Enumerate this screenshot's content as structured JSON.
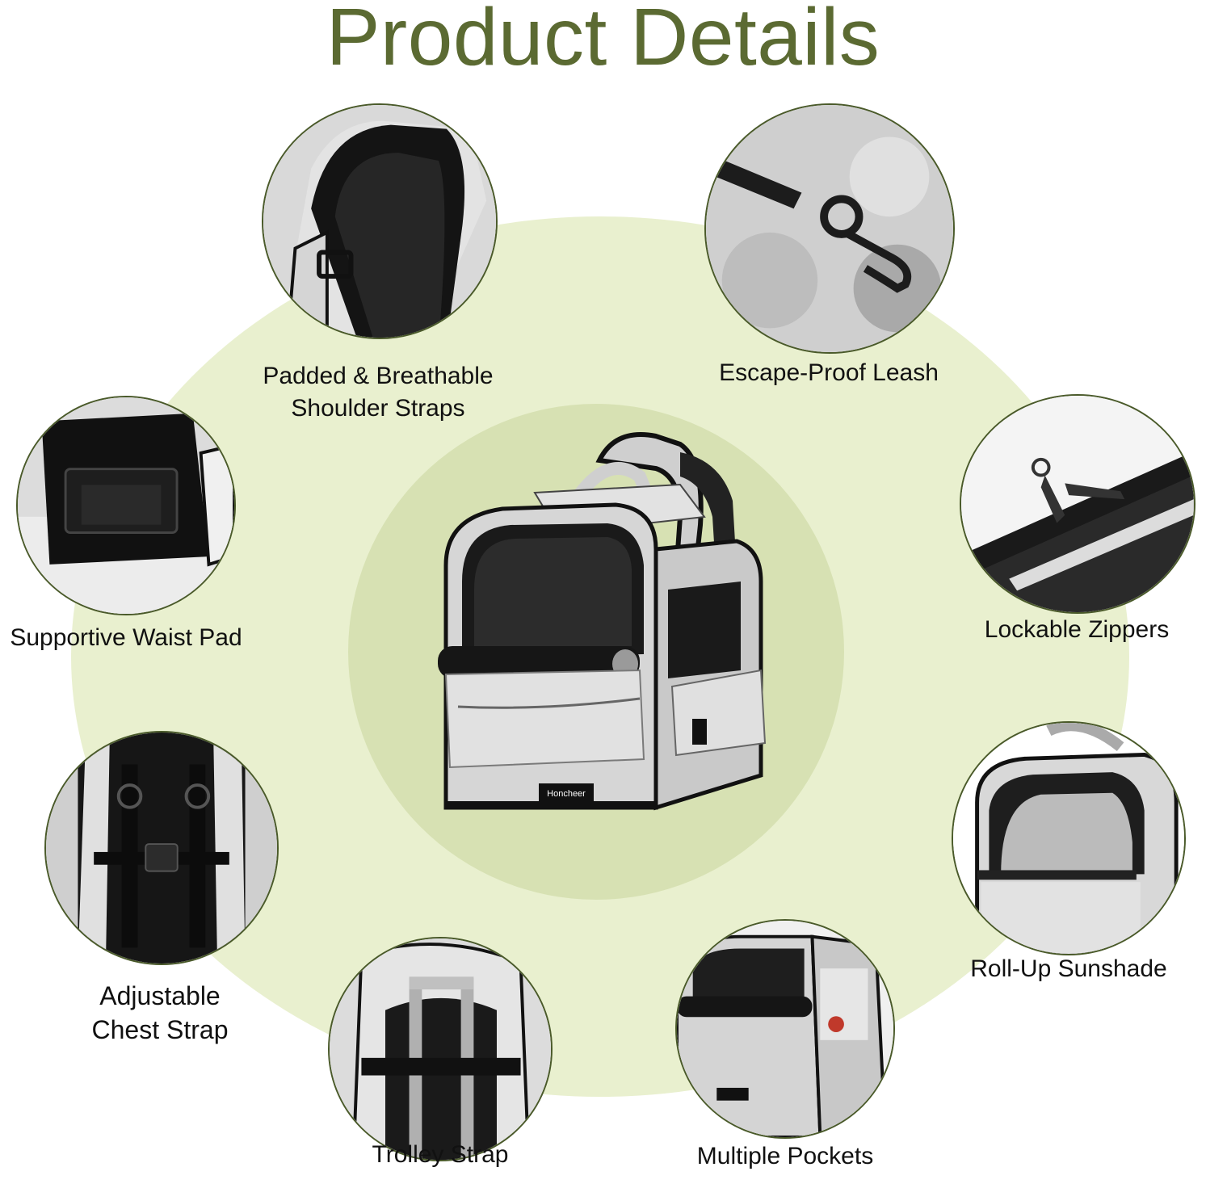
{
  "title": "Product Details",
  "colors": {
    "title": "#5b6a32",
    "background_ring_outer": "#e9f0cf",
    "background_ring_inner": "#d7e1b3",
    "circle_border": "#4a5a2a",
    "bag_gray": "#d4d4d4",
    "bag_black": "#151515"
  },
  "brand_tag": "Honcheer",
  "features": {
    "shoulder_straps": "Padded & Breathable",
    "shoulder_straps_line2": "Shoulder Straps",
    "leash": "Escape-Proof Leash",
    "waist_pad": "Supportive Waist Pad",
    "zippers": "Lockable Zippers",
    "chest_strap": "Adjustable",
    "chest_strap_line2": "Chest Strap",
    "sunshade": "Roll-Up Sunshade",
    "trolley": "Trolley Strap",
    "pockets": "Multiple Pockets"
  }
}
